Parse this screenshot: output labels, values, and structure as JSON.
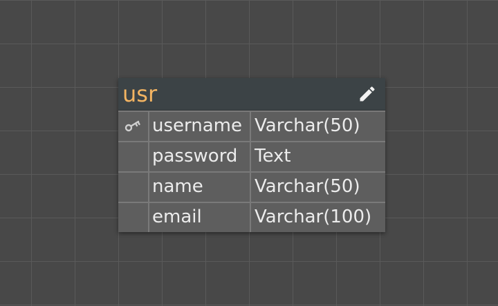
{
  "table": {
    "name": "usr",
    "columns": [
      {
        "name": "username",
        "type": "Varchar(50)",
        "primary_key": true
      },
      {
        "name": "password",
        "type": "Text",
        "primary_key": false
      },
      {
        "name": "name",
        "type": "Varchar(50)",
        "primary_key": false
      },
      {
        "name": "email",
        "type": "Varchar(100)",
        "primary_key": false
      }
    ]
  },
  "icons": {
    "edit": "pencil-icon",
    "primary_key": "key-icon"
  },
  "colors": {
    "canvas": "#484848",
    "grid_line": "#5a5a5a",
    "header_bg": "#3c4346",
    "table_name": "#f3b462",
    "cell_bg": "#5e5e5e",
    "cell_border": "#7a7a7a",
    "cell_text": "#ececec"
  }
}
